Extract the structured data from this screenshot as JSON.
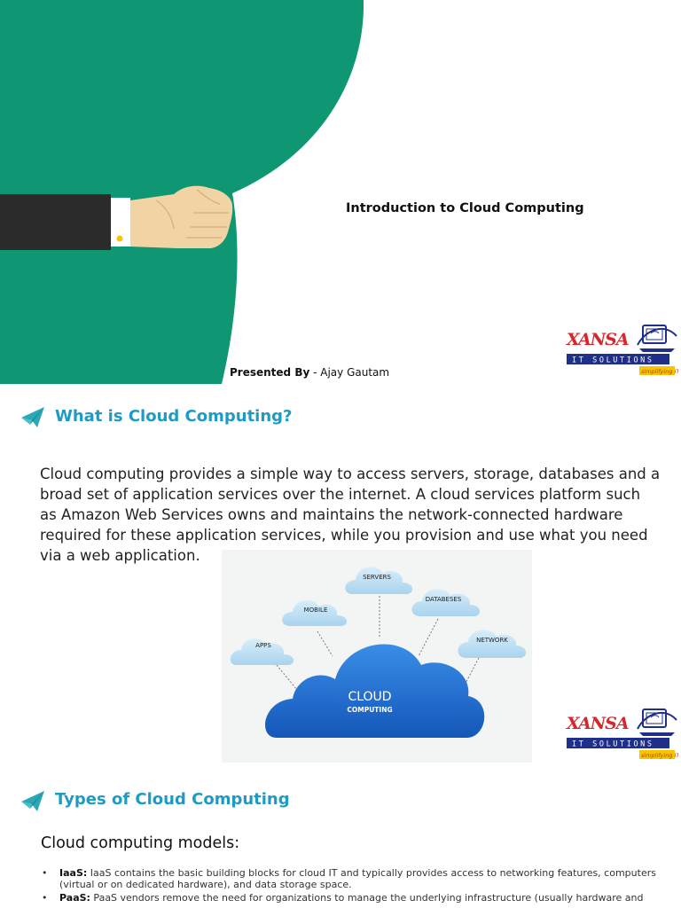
{
  "slide1": {
    "title": "Introduction to Cloud Computing",
    "presented_label": "Presented By",
    "presented_separator": " - ",
    "presenter": "Ajay Gautam",
    "colors": {
      "accent": "#0e9772",
      "sleeve": "#2b2b2b",
      "hand": "#f2d3a4"
    }
  },
  "logo": {
    "brand": "XANSA",
    "tagline": "IT SOLUTIONS",
    "slogan": "simplifying IT",
    "colors": {
      "red": "#d8262d",
      "blue": "#1f2f8a",
      "yellow": "#f7c500"
    }
  },
  "slide2": {
    "heading": "What is Cloud Computing?",
    "paragraph": "Cloud computing provides a simple way to access servers, storage, databases and a broad set of application services over the internet. A cloud services platform such as Amazon Web Services owns and maintains the network-connected hardware required for these application services, while you provision and use what you need via a web application.",
    "diagram": {
      "center_title": "CLOUD",
      "center_subtitle": "COMPUTING",
      "nodes": [
        "APPS",
        "MOBILE",
        "SERVERS",
        "DATABESES",
        "NETWORK"
      ]
    }
  },
  "slide3": {
    "heading": "Types of Cloud Computing",
    "subheading": "Cloud computing models:",
    "bullets": [
      {
        "term": "IaaS:",
        "text": " IaaS contains the basic building blocks for cloud IT and typically provides access to networking features, computers (virtual or on dedicated hardware), and data storage space."
      },
      {
        "term": "PaaS:",
        "text": " PaaS vendors remove the need for organizations to manage the underlying infrastructure (usually hardware and"
      }
    ]
  },
  "colors": {
    "heading_blue": "#1f9ac4",
    "icon_teal": "#2aa8b5",
    "cloud_light": "#bfe0f2",
    "cloud_dark": "#1f6fd0"
  }
}
